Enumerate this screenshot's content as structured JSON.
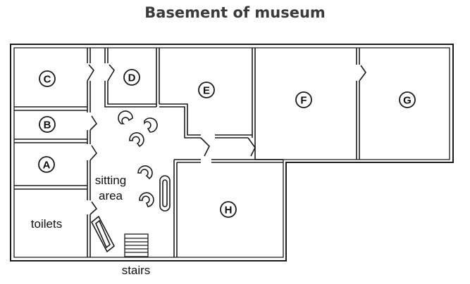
{
  "title": "Basement of museum",
  "rooms": {
    "C": "C",
    "D": "D",
    "E": "E",
    "F": "F",
    "G": "G",
    "B": "B",
    "A": "A",
    "H": "H"
  },
  "labels": {
    "toilets": "toilets",
    "sitting_line1": "sitting",
    "sitting_line2": "area",
    "stairs": "stairs"
  },
  "icons": {
    "chair": "chair-icon",
    "sofa": "sofa-icon",
    "stairs": "stairs-icon",
    "door": "door-icon"
  }
}
